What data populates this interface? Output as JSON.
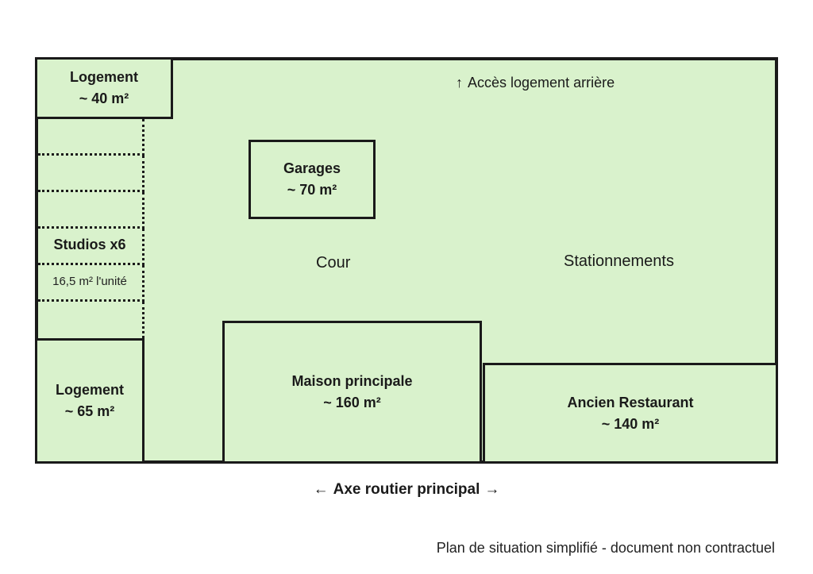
{
  "plan": {
    "rooms": {
      "logement_top": {
        "name": "Logement",
        "area": "~ 40 m²"
      },
      "logement_bottom": {
        "name": "Logement",
        "area": "~ 65 m²"
      },
      "garages": {
        "name": "Garages",
        "area": "~ 70 m²"
      },
      "maison": {
        "name": "Maison principale",
        "area": "~ 160 m²"
      },
      "restaurant": {
        "name": "Ancien Restaurant",
        "area": "~ 140 m²"
      }
    },
    "studios": {
      "title": "Studios x6",
      "unit_area": "16,5 m² l'unité"
    },
    "zones": {
      "cour": "Cour",
      "parking": "Stationnements"
    },
    "access_label": "Accès logement arrière",
    "access_icon": "arrow-up-icon"
  },
  "road": {
    "label": "Axe routier principal",
    "icon_left": "arrow-left-icon",
    "icon_right": "arrow-right-icon"
  },
  "caption": "Plan de situation simplifié - document non contractuel"
}
